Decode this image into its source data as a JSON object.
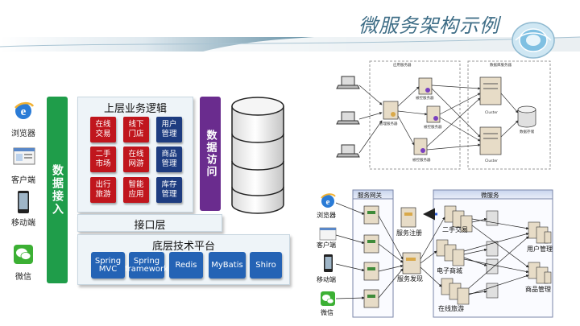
{
  "slide": {
    "title": "微服务架构示例"
  },
  "left_diagram": {
    "clients": [
      {
        "label": "浏览器",
        "icon": "browser-icon"
      },
      {
        "label": "客户端",
        "icon": "desktop-client-icon"
      },
      {
        "label": "移动端",
        "icon": "mobile-phone-icon"
      },
      {
        "label": "微信",
        "icon": "wechat-icon"
      }
    ],
    "data_access_in": "数据接入",
    "upper_layer": {
      "title": "上层业务逻辑",
      "modules": [
        [
          "在线\n交易",
          "线下\n门店",
          "用户\n管理"
        ],
        [
          "二手\n市场",
          "在线\n网游",
          "商品\n管理"
        ],
        [
          "出行\n旅游",
          "智能\n应用",
          "库存\n管理"
        ]
      ]
    },
    "data_visit": "数据访问",
    "interface_layer": "接口层",
    "platform": {
      "title": "底层技术平台",
      "techs": [
        "Spring MVC",
        "Spring framework",
        "Redis",
        "MyBatis",
        "Shiro"
      ]
    },
    "colors": {
      "green_bar": "#1f9d4a",
      "purple_bar": "#6a2c8e",
      "red_module": "#c0161d",
      "navy_module": "#1d3c80",
      "tech_blue": "#2463b5"
    }
  },
  "top_right_diagram": {
    "app_server_group": "应用服务器",
    "db_server_group": "数据库服务器",
    "load_balancer": "管理服务器",
    "service_nodes": [
      "被控服务器",
      "被控服务器",
      "被控服务器"
    ],
    "clusters": [
      "Cluster",
      "Cluster"
    ],
    "storage": "数据存储"
  },
  "bottom_right_diagram": {
    "gateway_title": "服务网关",
    "micro_title": "微服务",
    "clients": [
      "浏览器",
      "客户端",
      "移动端",
      "微信"
    ],
    "service_register": "服务注册",
    "service_discovery": "服务发现",
    "services": [
      "二手交易",
      "电子商城",
      "在线旅游",
      "用户管理",
      "商品管理"
    ]
  }
}
